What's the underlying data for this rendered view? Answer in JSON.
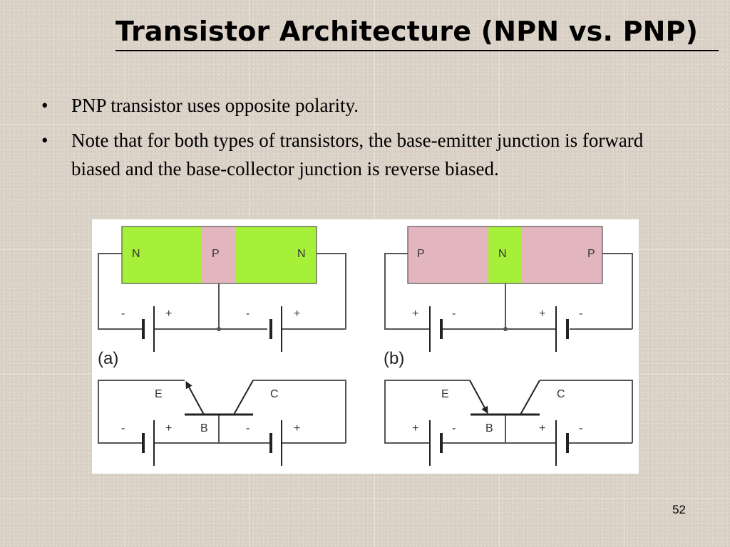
{
  "slide": {
    "title": "Transistor Architecture (NPN vs. PNP)",
    "bullets": [
      "PNP transistor uses opposite polarity.",
      "Note that for both types of transistors, the base-emitter junction is forward biased and the base-collector junction is reverse biased."
    ],
    "page_number": "52"
  },
  "colors": {
    "n_region": "#a6f039",
    "p_region": "#e3b5bf",
    "wire": "#555555"
  },
  "diagram": {
    "npn": {
      "label": "(a)",
      "regions": [
        "N",
        "P",
        "N"
      ],
      "emitter_battery": {
        "left": "-",
        "right": "+"
      },
      "collector_battery": {
        "left": "-",
        "right": "+"
      },
      "symbol": {
        "emitter": "E",
        "base": "B",
        "collector": "C",
        "arrow": "outward"
      }
    },
    "pnp": {
      "label": "(b)",
      "regions": [
        "P",
        "N",
        "P"
      ],
      "emitter_battery": {
        "left": "+",
        "right": "-"
      },
      "collector_battery": {
        "left": "+",
        "right": "-"
      },
      "symbol": {
        "emitter": "E",
        "base": "B",
        "collector": "C",
        "arrow": "inward"
      }
    }
  }
}
